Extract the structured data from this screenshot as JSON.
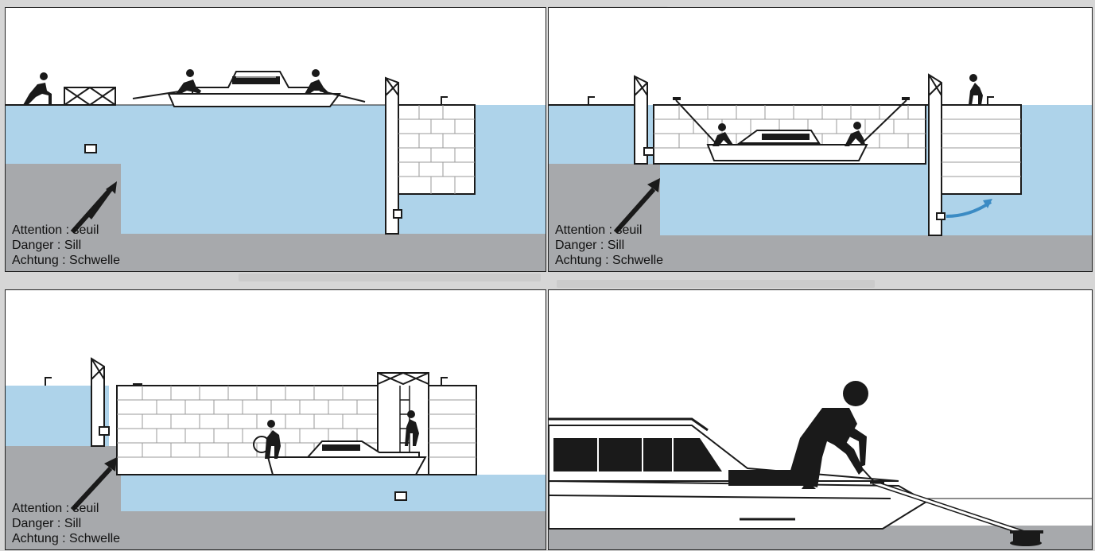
{
  "captions": {
    "fr": "Attention : seuil",
    "en": "Danger : Sill",
    "de": "Achtung : Schwelle"
  },
  "colors": {
    "water": "#aed3ea",
    "ground": "#a7a9ac",
    "wall": "#ffffff",
    "line": "#1a1a1a",
    "arrow_blue": "#3b8bc4",
    "background": "#d6d6d6"
  },
  "panels": [
    {
      "name": "panel-upstream-approach",
      "caption_visible": true
    },
    {
      "name": "panel-lock-filling",
      "caption_visible": true
    },
    {
      "name": "panel-lock-emptying-stern-sill",
      "caption_visible": true
    },
    {
      "name": "panel-crew-fending-closeup",
      "caption_visible": false
    }
  ]
}
